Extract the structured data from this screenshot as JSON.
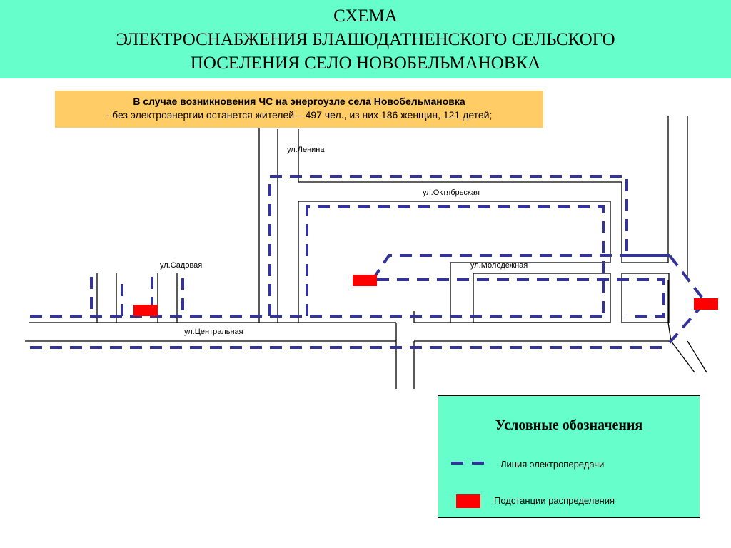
{
  "header": {
    "line1": "СХЕМА",
    "line2": "ЭЛЕКТРОСНАБЖЕНИЯ БЛАШОДАТНЕНСКОГО СЕЛЬСКОГО",
    "line3": "ПОСЕЛЕНИЯ  СЕЛО  НОВОБЕЛЬМАНОВКА"
  },
  "info": {
    "line1": "В случае возникновения ЧС на энергоузле села Новобельмановка",
    "line2": "- без электроэнергии останется жителей – 497 чел., из них 186 женщин, 121 детей;"
  },
  "streets": {
    "lenina": "ул.Ленина",
    "oktyabrskaya": "ул.Октябрьская",
    "sadovaya": "ул.Садовая",
    "molodezhnaya": "ул.Молодежная",
    "centralnaya": "ул.Центральная"
  },
  "legend": {
    "title": "Условные обозначения",
    "power_line": "Линия электропередачи",
    "substation": "Подстанции распределения"
  },
  "colors": {
    "header_bg": "#66ffcc",
    "info_bg": "#ffcc66",
    "power_line": "#333399",
    "substation": "#ff0000"
  }
}
